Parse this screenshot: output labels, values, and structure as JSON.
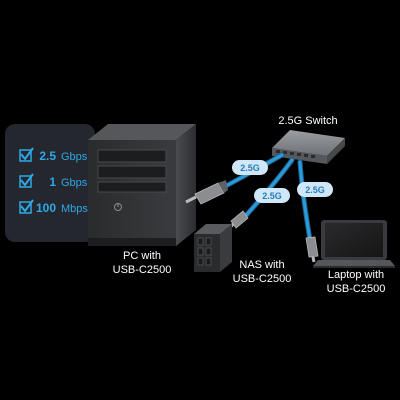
{
  "speeds": [
    {
      "value": "2.5",
      "unit": "Gbps"
    },
    {
      "value": "1",
      "unit": "Gbps"
    },
    {
      "value": "100",
      "unit": "Mbps"
    }
  ],
  "switch": {
    "label": "2.5G Switch"
  },
  "links": [
    {
      "label": "2.5G"
    },
    {
      "label": "2.5G"
    },
    {
      "label": "2.5G"
    }
  ],
  "devices": {
    "pc": {
      "line1": "PC with",
      "line2": "USB-C2500"
    },
    "nas": {
      "line1": "NAS with",
      "line2": "USB-C2500"
    },
    "laptop": {
      "line1": "Laptop with",
      "line2": "USB-C2500"
    }
  },
  "colors": {
    "accent": "#2fa8e8",
    "cable": "#2a9ad8",
    "panel": "#24272e",
    "switch": "#7d8085"
  },
  "icons": {
    "check": "checkbox-checked-icon"
  }
}
